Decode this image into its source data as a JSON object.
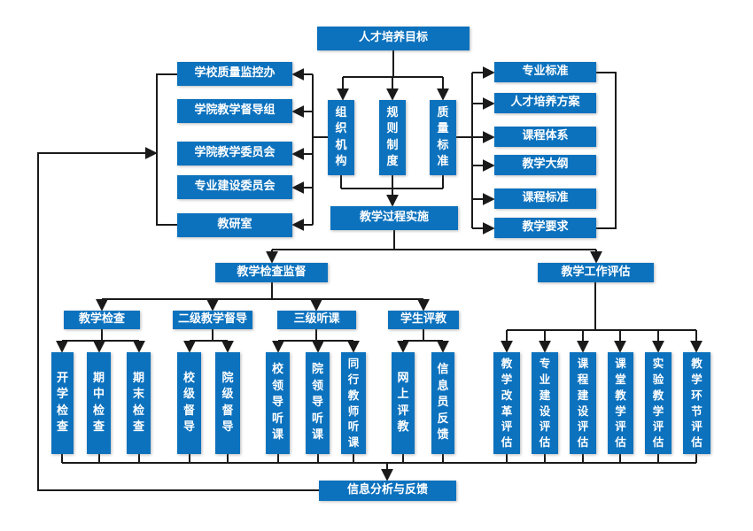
{
  "diagram": {
    "colors": {
      "box": "#0c72be",
      "box_text": "#ffffff",
      "line": "#1a1a1a",
      "background": "#ffffff"
    },
    "nodes": {
      "goal": "人才培养目标",
      "left_column": [
        "学校质量监控办",
        "学院教学督导组",
        "学院教学委员会",
        "专业建设委员会",
        "教研室"
      ],
      "pillars": [
        "组织机构",
        "规则制度",
        "质量标准"
      ],
      "right_column": [
        "专业标准",
        "人才培养方案",
        "课程体系",
        "教学大纲",
        "课程标准",
        "教学要求"
      ],
      "process": "教学过程实施",
      "supervision": "教学检查监督",
      "evaluation": "教学工作评估",
      "supervision_children": [
        "教学检查",
        "二级教学督导",
        "三级听课",
        "学生评教"
      ],
      "check_items": [
        "开学检查",
        "期中检查",
        "期末检查"
      ],
      "steering_items": [
        "校级督导",
        "院级督导"
      ],
      "listening_items": [
        "校领导听课",
        "院领导听课",
        "同行教师听课"
      ],
      "student_items": [
        "网上评教",
        "信息员反馈"
      ],
      "evaluation_items": [
        "教学改革评估",
        "专业建设评估",
        "课程建设评估",
        "课堂教学评估",
        "实验教学评估",
        "教学环节评估"
      ],
      "feedback": "信息分析与反馈"
    },
    "edges": [
      "人才培养目标→组织机构",
      "人才培养目标→规则制度",
      "人才培养目标→质量标准",
      "组织机构→学校质量监控办",
      "组织机构→学院教学督导组",
      "组织机构→学院教学委员会",
      "组织机构→专业建设委员会",
      "组织机构→教研室",
      "质量标准→专业标准",
      "质量标准→人才培养方案",
      "质量标准→课程体系",
      "质量标准→教学大纲",
      "质量标准→课程标准",
      "质量标准→教学要求",
      "组织机构/规则制度/质量标准→教学过程实施",
      "教学过程实施→教学检查监督",
      "教学过程实施→教学工作评估",
      "教学检查监督→教学检查",
      "教学检查监督→二级教学督导",
      "教学检查监督→三级听课",
      "教学检查监督→学生评教",
      "教学检查→开学检查/期中检查/期末检查",
      "二级教学督导→校级督导/院级督导",
      "三级听课→校领导听课/院领导听课/同行教师听课",
      "学生评教→网上评教/信息员反馈",
      "教学工作评估→教学改革评估/专业建设评估/课程建设评估/课堂教学评估/实验教学评估/教学环节评估",
      "全部检查评估项→信息分析与反馈",
      "信息分析与反馈→组织机构各单位(反馈回路)"
    ]
  }
}
